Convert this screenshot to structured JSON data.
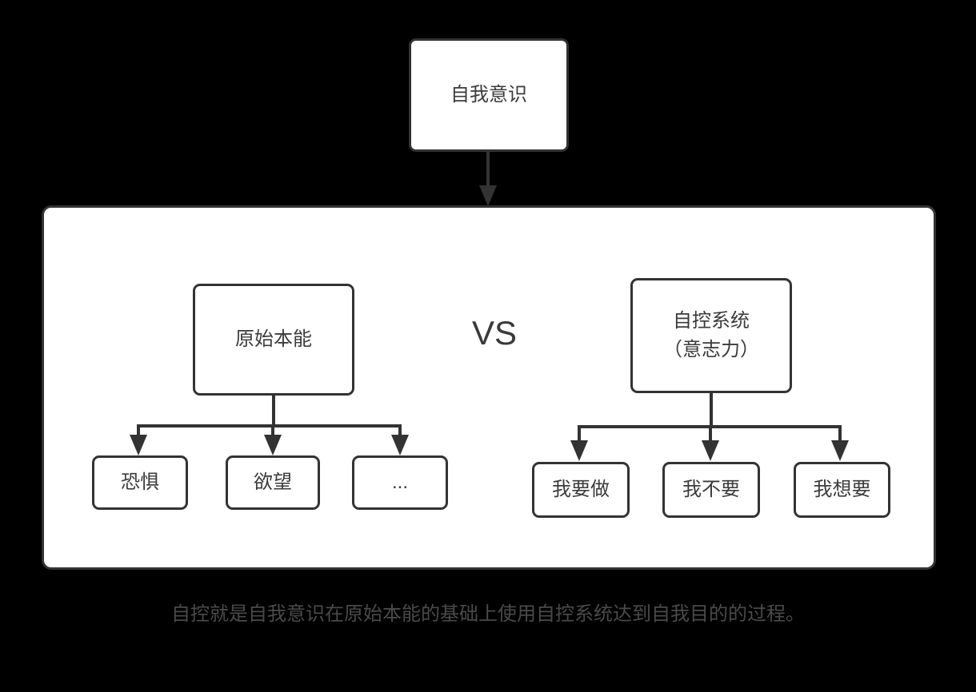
{
  "diagram": {
    "root_label": "自我意识",
    "vs_label": "VS",
    "left_tree": {
      "parent_label": "原始本能",
      "children": [
        "恐惧",
        "欲望",
        "..."
      ]
    },
    "right_tree": {
      "parent_label": "自控系统\n（意志力）",
      "children": [
        "我要做",
        "我不要",
        "我想要"
      ]
    },
    "caption": "自控就是自我意识在原始本能的基础上使用自控系统达到自我目的的过程。",
    "colors": {
      "background": "#000000",
      "node_fill": "#ffffff",
      "stroke": "#333333",
      "node_text": "#3b3b3b",
      "caption_text": "#4a4a4a"
    }
  }
}
